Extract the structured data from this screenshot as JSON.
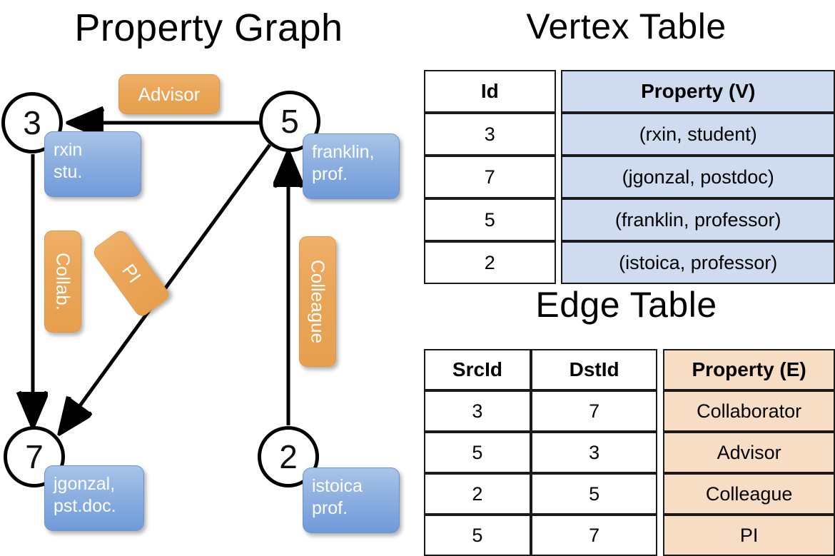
{
  "titles": {
    "property_graph": "Property Graph",
    "vertex_table": "Vertex Table",
    "edge_table": "Edge Table"
  },
  "graph": {
    "nodes": [
      {
        "id": "3",
        "property": "rxin\nstu."
      },
      {
        "id": "5",
        "property": "franklin,\nprof."
      },
      {
        "id": "7",
        "property": "jgonzal,\npst.doc."
      },
      {
        "id": "2",
        "property": "istoica\nprof."
      }
    ],
    "node_labels": {
      "n3": "3",
      "n5": "5",
      "n7": "7",
      "n2": "2"
    },
    "property_boxes": {
      "rxin_line1": "rxin",
      "rxin_line2": "stu.",
      "franklin_line1": "franklin,",
      "franklin_line2": "prof.",
      "jgonzal_line1": "jgonzal,",
      "jgonzal_line2": "pst.doc.",
      "istoica_line1": "istoica",
      "istoica_line2": "prof."
    },
    "edge_labels": {
      "advisor": "Advisor",
      "collab": "Collab.",
      "pi": "PI",
      "colleague": "Colleague"
    },
    "edges": [
      {
        "from": "5",
        "to": "3",
        "label": "Advisor"
      },
      {
        "from": "3",
        "to": "7",
        "label": "Collab."
      },
      {
        "from": "5",
        "to": "7",
        "label": "PI"
      },
      {
        "from": "2",
        "to": "5",
        "label": "Colleague"
      }
    ]
  },
  "vertex_table": {
    "headers": [
      "Id",
      "Property (V)"
    ],
    "rows": [
      {
        "id": "3",
        "property": "(rxin, student)"
      },
      {
        "id": "7",
        "property": "(jgonzal, postdoc)"
      },
      {
        "id": "5",
        "property": "(franklin, professor)"
      },
      {
        "id": "2",
        "property": "(istoica, professor)"
      }
    ]
  },
  "edge_table": {
    "headers": [
      "SrcId",
      "DstId",
      "Property (E)"
    ],
    "rows": [
      {
        "src": "3",
        "dst": "7",
        "property": "Collaborator"
      },
      {
        "src": "5",
        "dst": "3",
        "property": "Advisor"
      },
      {
        "src": "2",
        "dst": "5",
        "property": "Colleague"
      },
      {
        "src": "5",
        "dst": "7",
        "property": "PI"
      }
    ]
  },
  "colors": {
    "vertex_property_fill": "#cfdcef",
    "edge_property_fill": "#f7ddc3",
    "node_box_blue": "#8db0e0",
    "edge_label_orange": "#eaa558",
    "stroke": "#000000",
    "background": "#ffffff"
  }
}
